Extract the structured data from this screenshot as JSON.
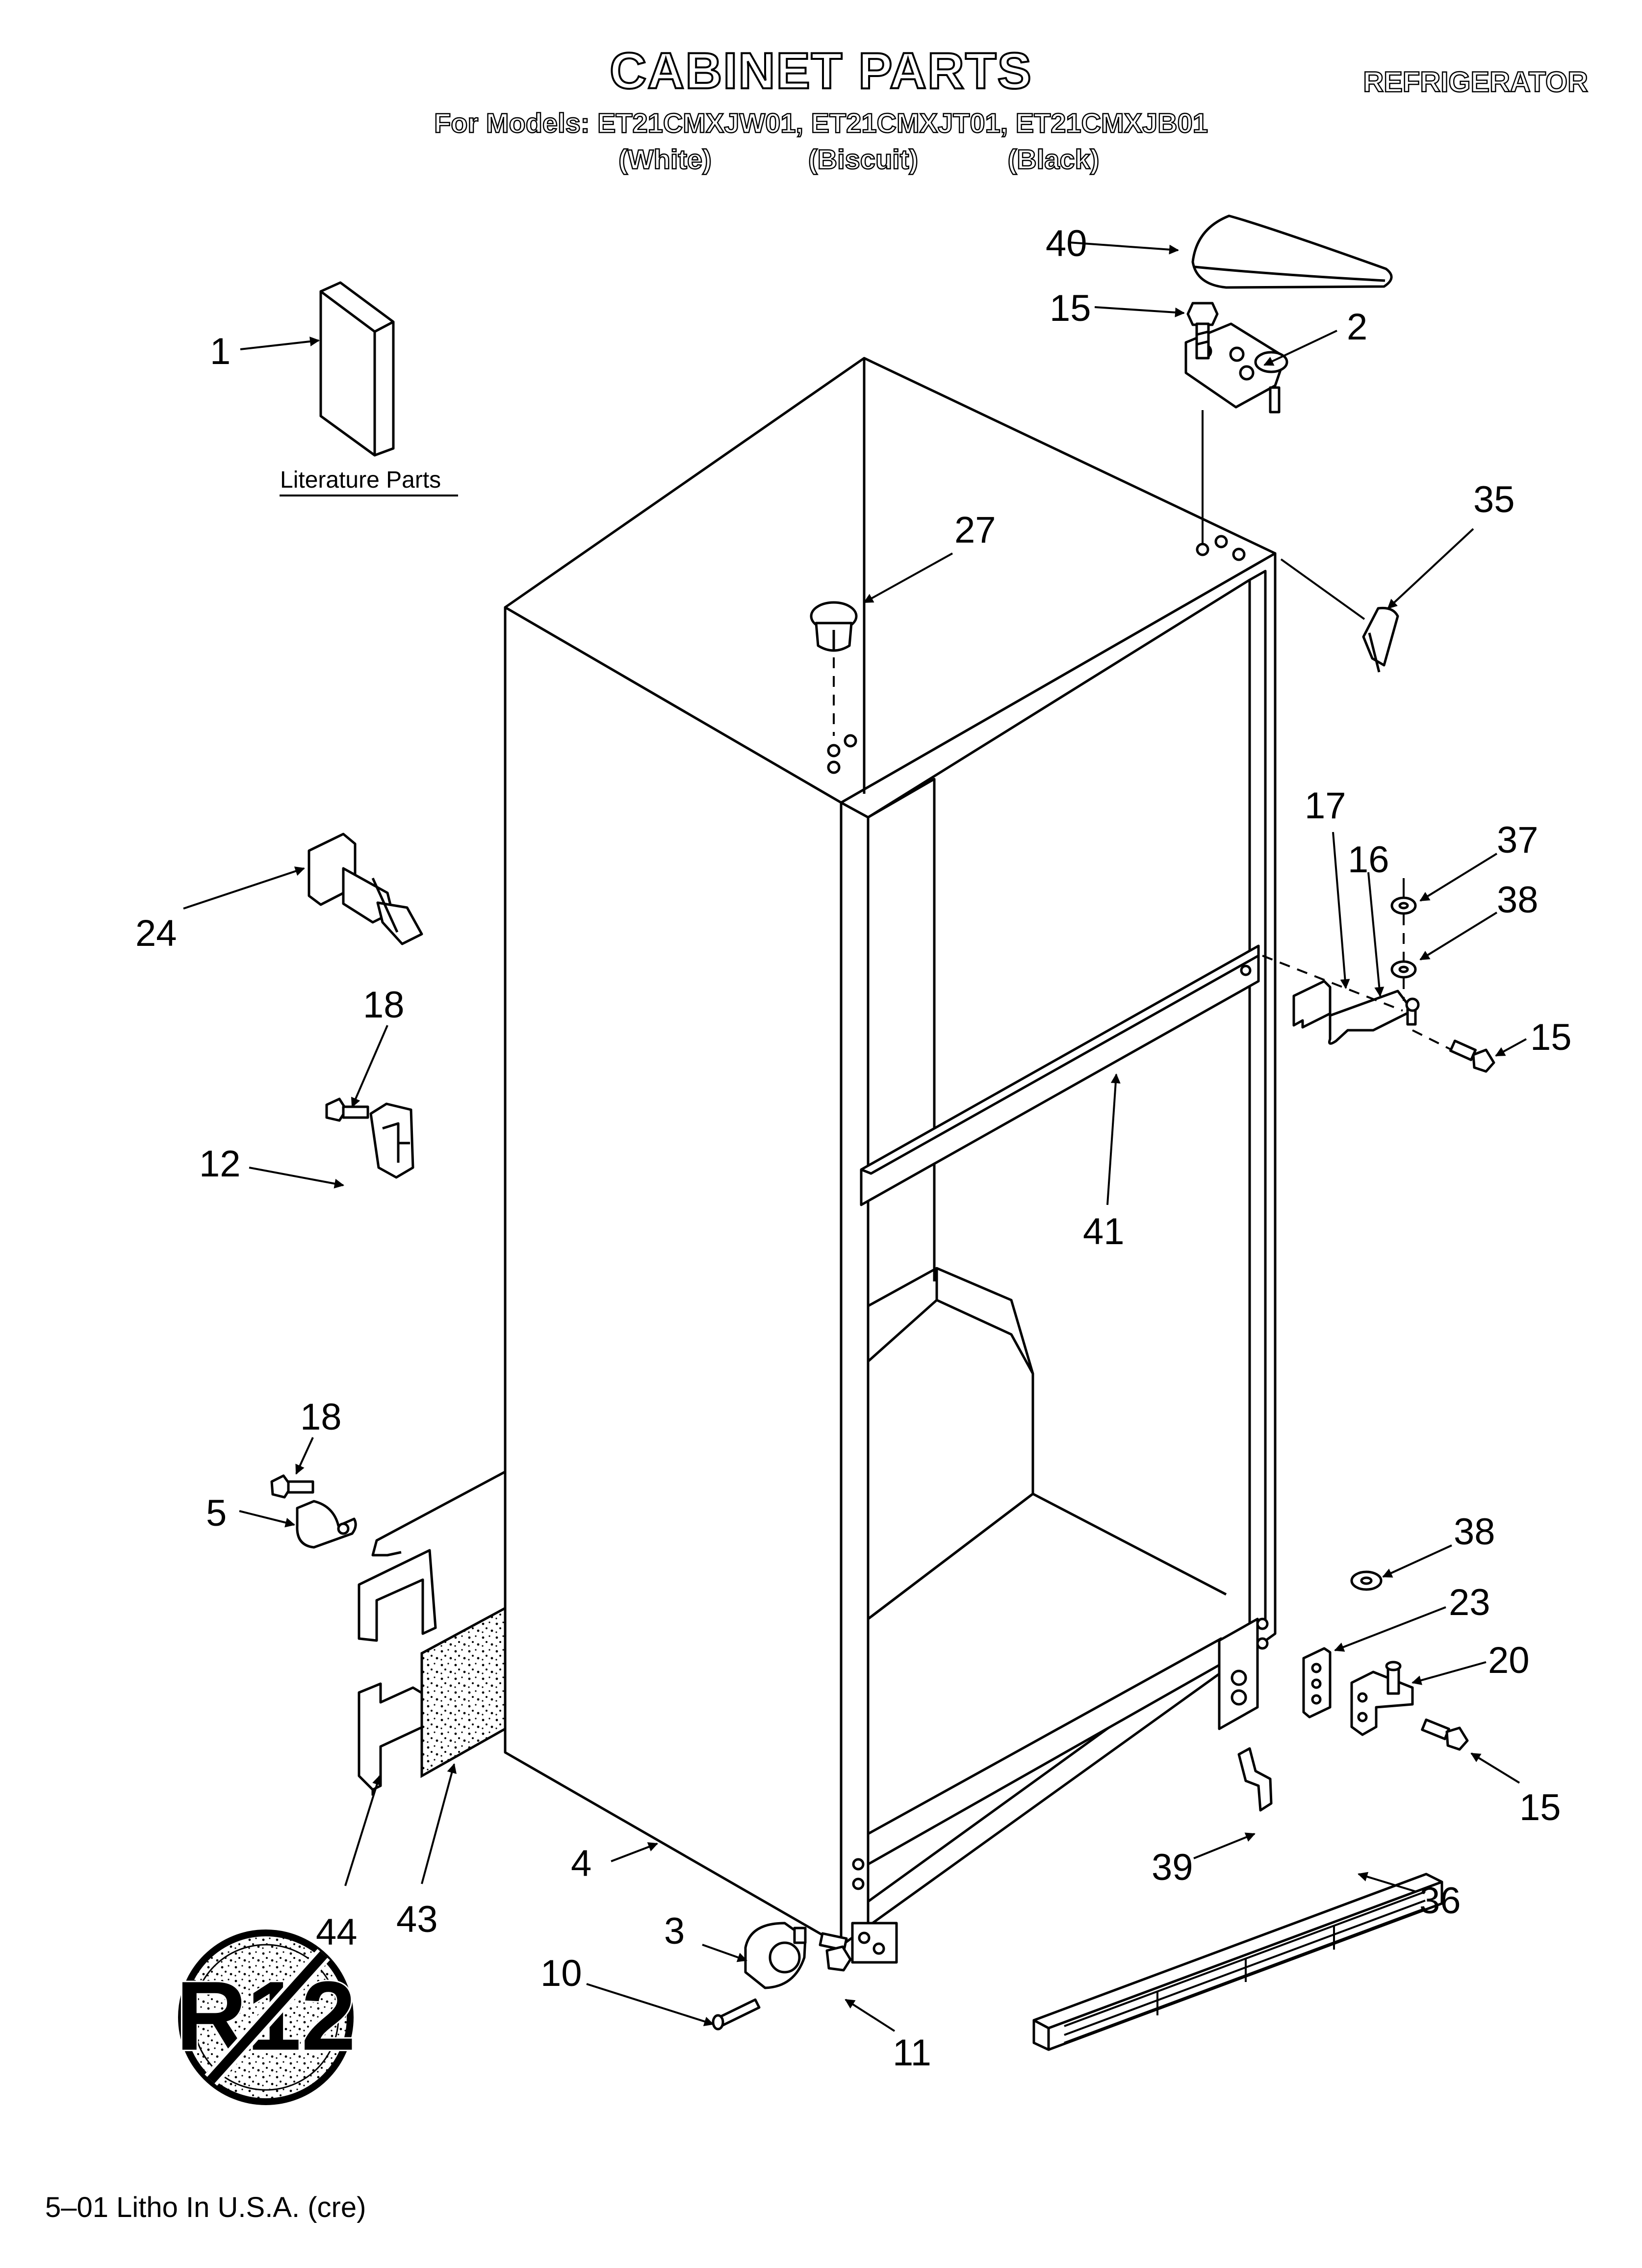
{
  "header": {
    "title": "CABINET PARTS",
    "models_line": "For Models: ET21CMXJW01, ET21CMXJT01, ET21CMXJB01",
    "colors": [
      "(White)",
      "(Biscuit)",
      "(Black)"
    ],
    "appliance": "REFRIGERATOR"
  },
  "literature_label": "Literature Parts",
  "no_refrigerant_symbol_text": "R12",
  "part_labels": {
    "p1": "1",
    "p2": "2",
    "p3": "3",
    "p4": "4",
    "p5": "5",
    "p10": "10",
    "p11": "11",
    "p12": "12",
    "p15a": "15",
    "p15b": "15",
    "p15c": "15",
    "p16": "16",
    "p17": "17",
    "p18a": "18",
    "p18b": "18",
    "p20": "20",
    "p23": "23",
    "p24": "24",
    "p27": "27",
    "p35": "35",
    "p36": "36",
    "p37": "37",
    "p38a": "38",
    "p38b": "38",
    "p39": "39",
    "p40": "40",
    "p41": "41",
    "p43": "43",
    "p44": "44"
  },
  "footer": "5–01 Litho In U.S.A. (cre)"
}
